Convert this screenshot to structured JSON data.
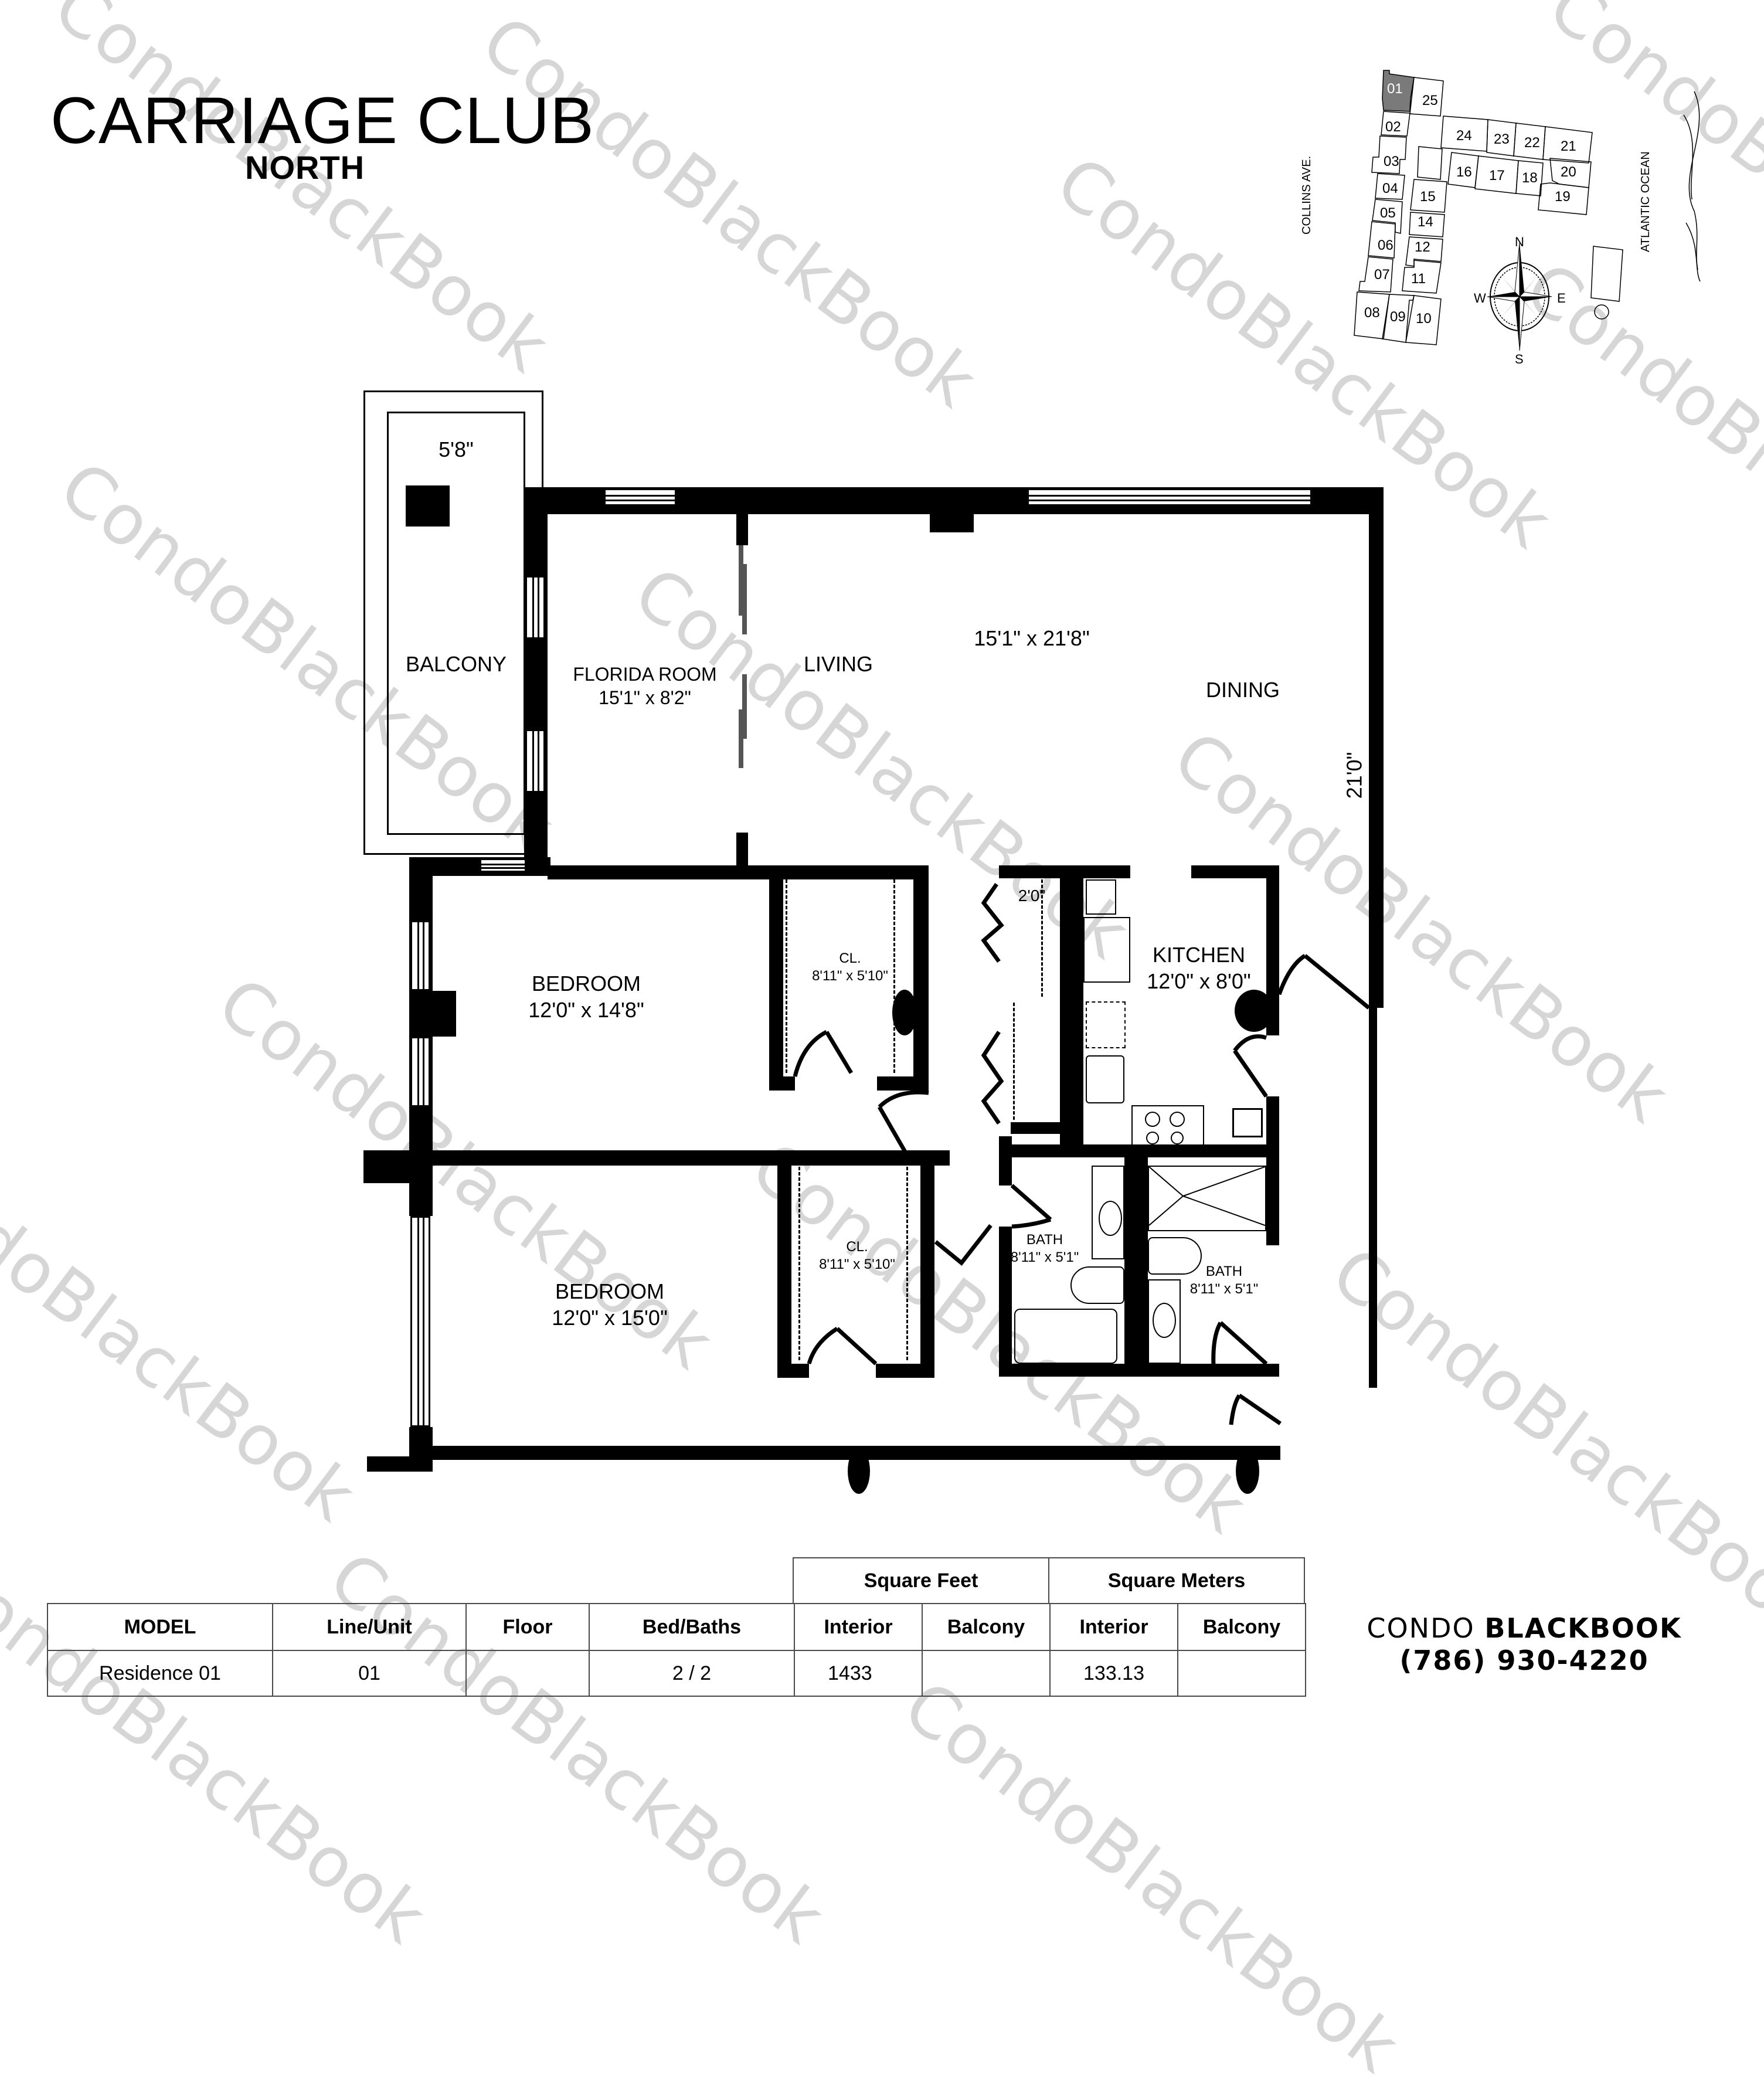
{
  "header": {
    "title": "CARRIAGE CLUB",
    "subtitle": "NORTH"
  },
  "key_plan": {
    "street_label": "COLLINS AVE.",
    "ocean_label": "ATLANTIC OCEAN",
    "highlighted_unit": "01",
    "highlight_color": "#7a7a7a",
    "units": [
      "01",
      "02",
      "03",
      "04",
      "05",
      "06",
      "07",
      "08",
      "09",
      "10",
      "11",
      "12",
      "14",
      "15",
      "16",
      "17",
      "18",
      "19",
      "20",
      "21",
      "22",
      "23",
      "24",
      "25"
    ],
    "compass": {
      "n": "N",
      "s": "S",
      "e": "E",
      "w": "W"
    }
  },
  "floor_plan": {
    "rooms": {
      "balcony": {
        "name": "BALCONY",
        "dim": "5'8\""
      },
      "florida_room": {
        "name": "FLORIDA ROOM",
        "dim": "15'1\" x 8'2\""
      },
      "living": {
        "name": "LIVING"
      },
      "living_dining_dim": "15'1\" x 21'8\"",
      "dining": {
        "name": "DINING"
      },
      "overall_depth": "21'0\"",
      "bedroom_1": {
        "name": "BEDROOM",
        "dim": "12'0\" x 14'8\""
      },
      "closet_1": {
        "name": "CL.",
        "dim": "8'11\" x 5'10\""
      },
      "bedroom_2": {
        "name": "BEDROOM",
        "dim": "12'0\" x 15'0\""
      },
      "closet_2": {
        "name": "CL.",
        "dim": "8'11\" x 5'10\""
      },
      "hall_closet": {
        "dim": "2'0\""
      },
      "kitchen": {
        "name": "KITCHEN",
        "dim": "12'0\" x 8'0\""
      },
      "bath_1": {
        "name": "BATH",
        "dim": "8'11\" x 5'1\""
      },
      "bath_2": {
        "name": "BATH",
        "dim": "8'11\" x 5'1\""
      }
    }
  },
  "spec_table": {
    "group_headers": {
      "sqft": "Square Feet",
      "sqm": "Square Meters"
    },
    "columns": [
      "MODEL",
      "Line/Unit",
      "Floor",
      "Bed/Baths",
      "Interior",
      "Balcony",
      "Interior",
      "Balcony"
    ],
    "rows": [
      [
        "Residence 01",
        "01",
        "",
        "2 / 2",
        "1433",
        "",
        "133.13",
        ""
      ]
    ]
  },
  "brand": {
    "name_light": "CONDO",
    "name_bold": "BLACKBOOK",
    "phone": "(786) 930-4220"
  },
  "watermark": {
    "text": "CondoBlackBook"
  }
}
